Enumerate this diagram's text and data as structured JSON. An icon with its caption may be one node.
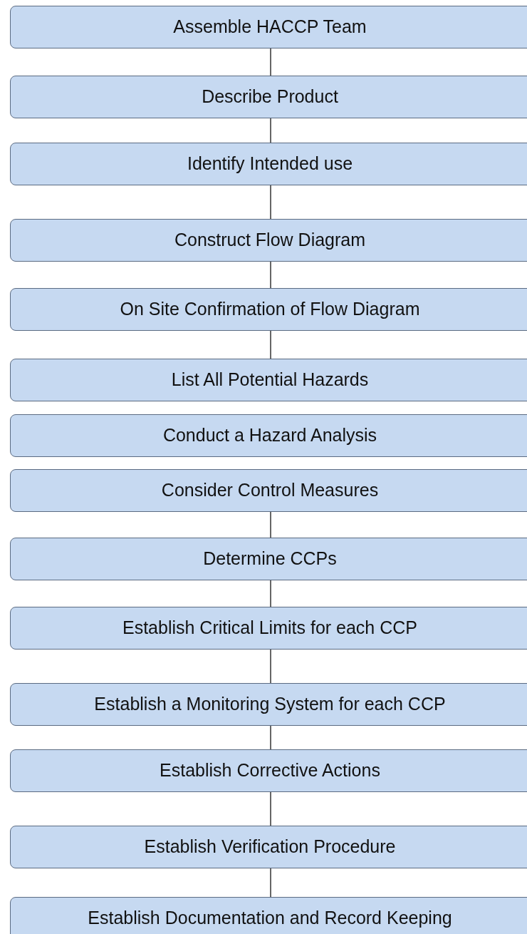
{
  "diagram": {
    "nodes": [
      {
        "text": [
          "Assemble HACCP Team"
        ]
      },
      {
        "text": [
          "Describe Product"
        ]
      },
      {
        "text": [
          "Identify Intended use"
        ]
      },
      {
        "text": [
          "Construct Flow Diagram"
        ]
      },
      {
        "text": [
          "On Site Confirmation of Flow Diagram"
        ]
      },
      {
        "text": [
          "List All Potential Hazards"
        ]
      },
      {
        "text": [
          "Conduct a Hazard Analysis"
        ]
      },
      {
        "text": [
          "Consider Control Measures"
        ]
      },
      {
        "text": [
          "Determine CCPs"
        ]
      },
      {
        "text": [
          "Establish Critical Limits for each CCP"
        ]
      },
      {
        "text": [
          "Establish a Monitoring System for each CCP"
        ]
      },
      {
        "text": [
          "Establish Corrective Actions"
        ]
      },
      {
        "text": [
          "Establish Verification Procedure"
        ]
      },
      {
        "text": [
          "Establish Documentation and Record Keeping"
        ]
      }
    ],
    "edges": [
      {
        "from": 0,
        "to": 1,
        "arrow": "none"
      },
      {
        "from": 1,
        "to": 2,
        "arrow": "none"
      },
      {
        "from": 2,
        "to": 3,
        "arrow": "none"
      },
      {
        "from": 3,
        "to": 4,
        "arrow": "none"
      },
      {
        "from": 4,
        "to": 5,
        "arrow": "none"
      },
      {
        "from": 7,
        "to": 8,
        "arrow": "none"
      },
      {
        "from": 8,
        "to": 9,
        "arrow": "none"
      },
      {
        "from": 9,
        "to": 10,
        "arrow": "none"
      },
      {
        "from": 10,
        "to": 11,
        "arrow": "none"
      },
      {
        "from": 11,
        "to": 12,
        "arrow": "none"
      },
      {
        "from": 12,
        "to": 13,
        "arrow": "none"
      }
    ]
  }
}
